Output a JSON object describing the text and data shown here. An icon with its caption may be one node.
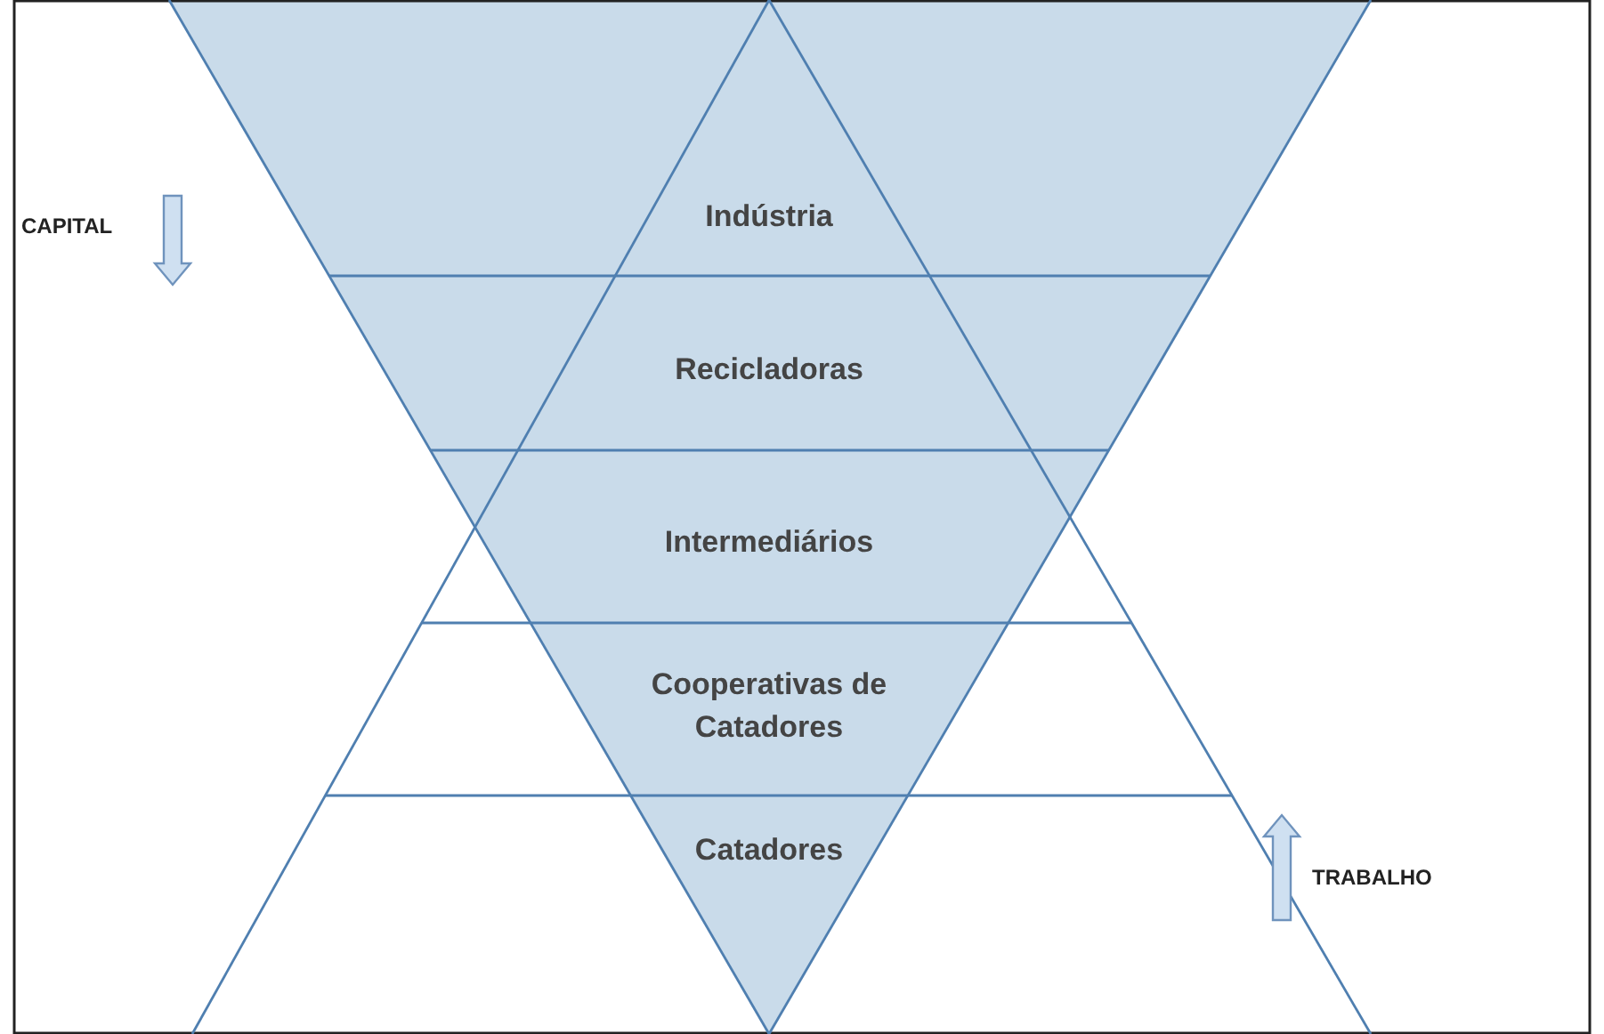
{
  "diagram": {
    "nodes": [
      {
        "text": [
          "Indústria"
        ]
      },
      {
        "text": [
          "Recicladoras"
        ]
      },
      {
        "text": [
          "Intermediários"
        ]
      },
      {
        "text": [
          "Cooperativas de Catadores"
        ]
      },
      {
        "text": [
          "Catadores"
        ]
      }
    ],
    "labels": [
      "CAPITAL",
      "TRABALHO"
    ]
  }
}
